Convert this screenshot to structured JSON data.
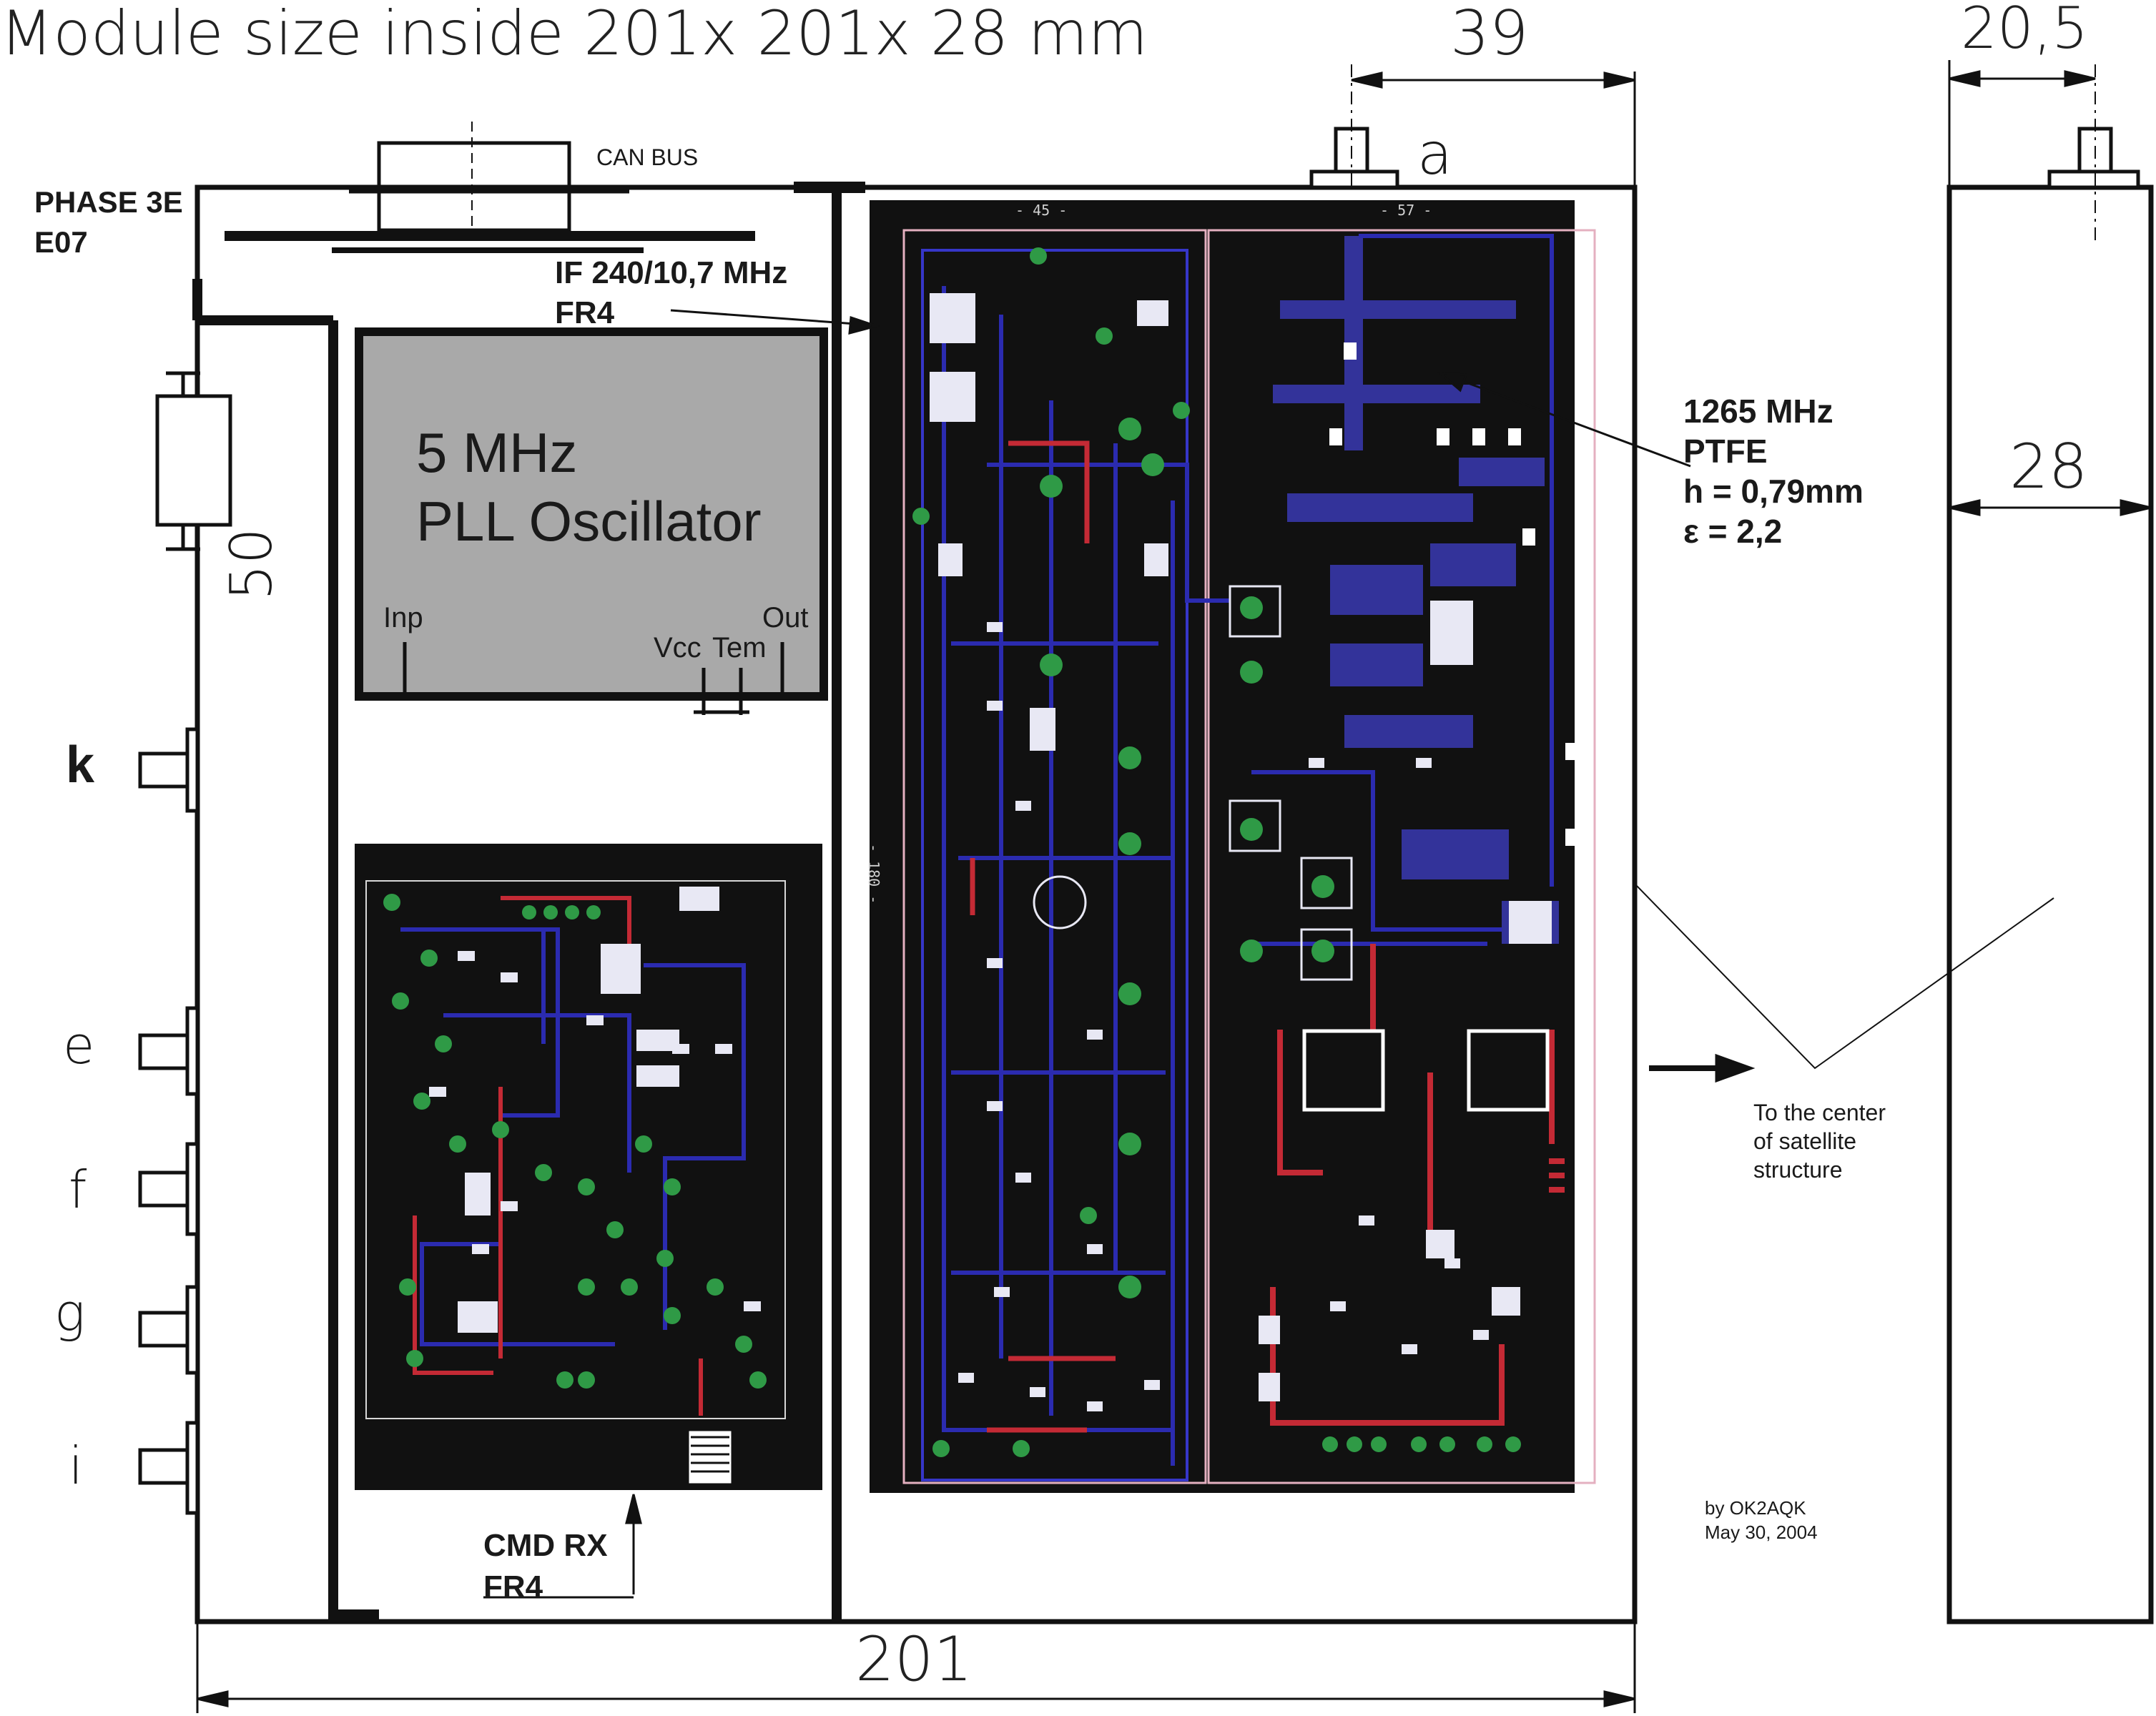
{
  "title": "Module size inside 201x 201x 28 mm",
  "module_id": {
    "line1": "PHASE 3E",
    "line2": "E07"
  },
  "can_bus_label": "CAN BUS",
  "connector_a_label": "a",
  "dimensions": {
    "width": "201",
    "connector_offset": "39",
    "side_connector_offset": "20,5",
    "depth": "28",
    "fuse_height": "50"
  },
  "if_board": {
    "line1": "IF 240/10,7 MHz",
    "line2": "FR4"
  },
  "pll": {
    "title_line1": "5 MHz",
    "title_line2": "PLL Oscillator",
    "pins": [
      "Inp",
      "Vcc",
      "Tem",
      "Out"
    ]
  },
  "rf_board": {
    "line1": "1265 MHz",
    "line2": "PTFE",
    "line3": "h = 0,79mm",
    "line4": "ε  = 2,2"
  },
  "cmd_rx": {
    "line1": "CMD RX",
    "line2": "FR4"
  },
  "side_ports": [
    "k",
    "e",
    "f",
    "g",
    "i"
  ],
  "center_note": {
    "line1": "To the center",
    "line2": "of satellite",
    "line3": "structure"
  },
  "credits": {
    "author": "by OK2AQK",
    "date": "May 30, 2004"
  },
  "pcb_silkscreen": {
    "left_width": "- 45 -",
    "right_width": "- 57 -",
    "height": "- 180 -"
  },
  "colors": {
    "pcb_background": "#111111",
    "trace_blue": "#2b2bb0",
    "trace_red": "#c42a35",
    "pad_green": "#2f9a46",
    "pll_fill": "#a9a9a9",
    "outline": "#111111"
  }
}
